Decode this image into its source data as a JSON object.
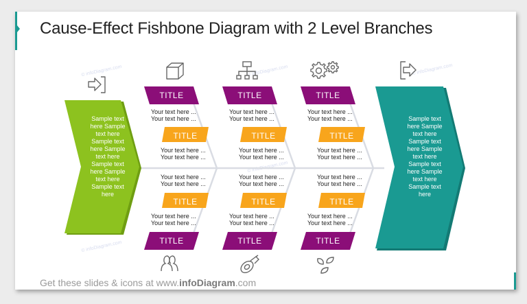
{
  "title": "Cause-Effect Fishbone Diagram with 2 Level Branches",
  "footer": {
    "prefix": "Get these slides & icons at www.",
    "brand": "infoDiagram",
    "suffix": ".com"
  },
  "watermark": "© infoDiagram.com",
  "colors": {
    "cause": "#8dc21f",
    "effect": "#1a9a92",
    "primary_tag": "#8b0e78",
    "secondary_tag": "#f8a51c",
    "lines": "#d9dce3"
  },
  "cause_chevron": {
    "text": "Sample text here Sample text here Sample text here Sample text here Sample text here Sample text here Sample text here",
    "icon": "arrow-into-bracket-icon"
  },
  "effect_chevron": {
    "text": "Sample text here Sample text here Sample text here Sample text here Sample text here Sample text here Sample text here",
    "icon": "arrow-out-of-bracket-icon"
  },
  "columns": [
    {
      "top_icon": "box-cube-icon",
      "bottom_icon": "people-icon",
      "top_title": "TITLE",
      "top_text": [
        "Your text here ...",
        "Your text here ..."
      ],
      "top_sub_title": "TITLE",
      "top_sub_text": [
        "Your text here ...",
        "Your text here ..."
      ],
      "bottom_sub_text": [
        "Your text here ...",
        "Your text here ..."
      ],
      "bottom_sub_title": "TITLE",
      "bottom_text": [
        "Your text here ...",
        "Your text here ..."
      ],
      "bottom_title": "TITLE"
    },
    {
      "top_icon": "org-chart-icon",
      "bottom_icon": "measuring-tape-icon",
      "top_title": "TITLE",
      "top_text": [
        "Your text here ...",
        "Your text here ..."
      ],
      "top_sub_title": "TITLE",
      "top_sub_text": [
        "Your text here ...",
        "Your text here ..."
      ],
      "bottom_sub_text": [
        "Your text here ...",
        "Your text here ..."
      ],
      "bottom_sub_title": "TITLE",
      "bottom_text": [
        "Your text here ...",
        "Your text here ..."
      ],
      "bottom_title": "TITLE"
    },
    {
      "top_icon": "gears-icon",
      "bottom_icon": "leaves-icon",
      "top_title": "TITLE",
      "top_text": [
        "Your text here ...",
        "Your text here ..."
      ],
      "top_sub_title": "TITLE",
      "top_sub_text": [
        "Your text here ...",
        "Your text here ..."
      ],
      "bottom_sub_text": [
        "Your text here ...",
        "Your text here ..."
      ],
      "bottom_sub_title": "TITLE",
      "bottom_text": [
        "Your text here ...",
        "Your text here ..."
      ],
      "bottom_title": "TITLE"
    }
  ]
}
